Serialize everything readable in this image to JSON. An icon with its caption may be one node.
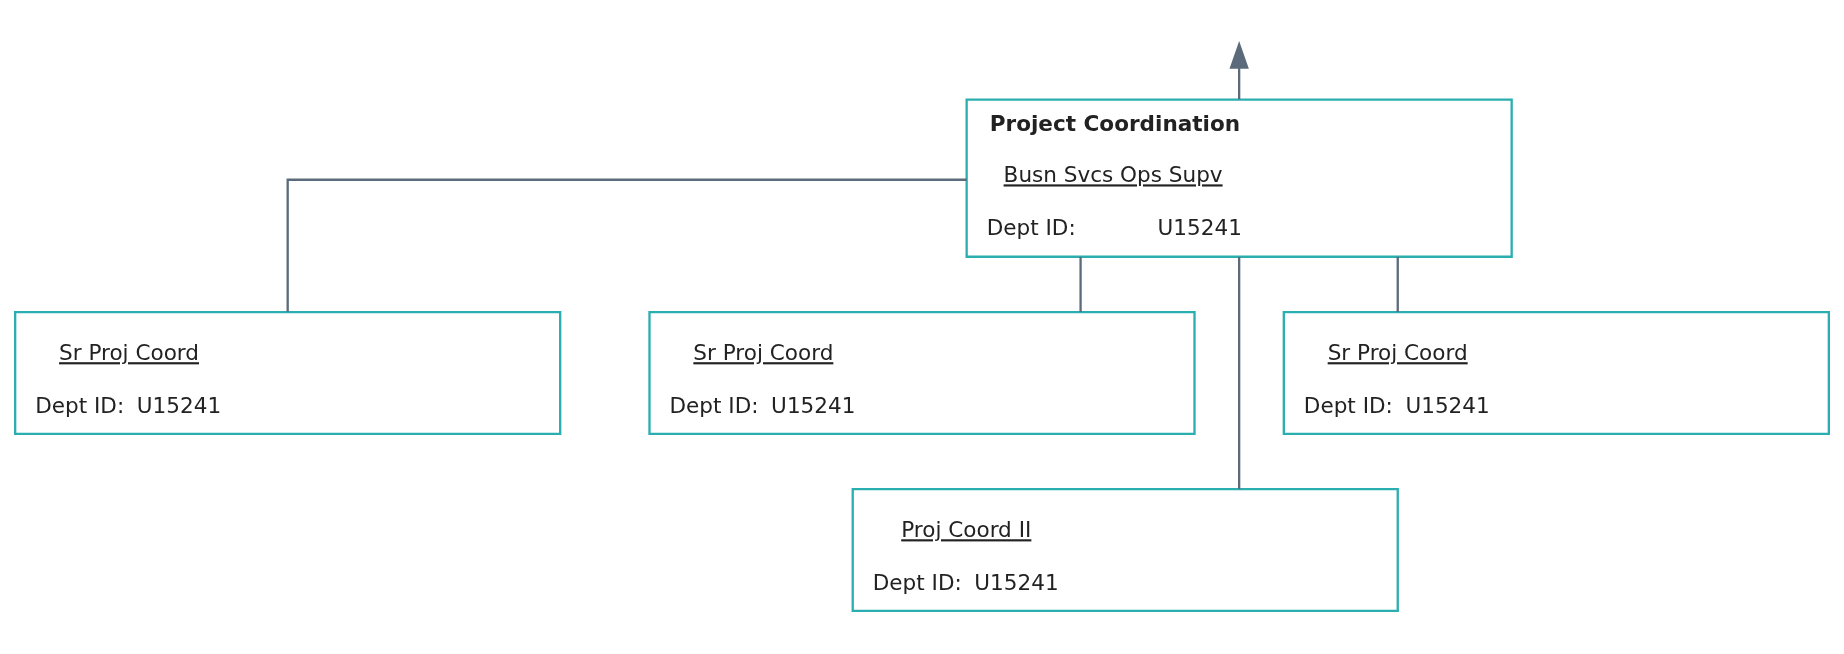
{
  "diagram": {
    "nodes": [
      {
        "text": [
          "Project Coordination",
          "Busn Svcs Ops Supv",
          "Dept ID:",
          "U15241"
        ]
      },
      {
        "text": [
          "Sr Proj Coord",
          "Dept ID:",
          "U15241"
        ]
      },
      {
        "text": [
          "Sr Proj Coord",
          "Dept ID:",
          "U15241"
        ]
      },
      {
        "text": [
          "Sr Proj Coord",
          "Dept ID:",
          "U15241"
        ]
      },
      {
        "text": [
          "Proj Coord II",
          "Dept ID:",
          "U15241"
        ]
      }
    ],
    "edges": [
      {
        "from": 0,
        "to": null,
        "arrow": "to"
      },
      {
        "from": 0,
        "to": 1,
        "arrow": "none"
      },
      {
        "from": 0,
        "to": 2,
        "arrow": "none"
      },
      {
        "from": 0,
        "to": 3,
        "arrow": "none"
      },
      {
        "from": 0,
        "to": 4,
        "arrow": "none"
      }
    ]
  }
}
